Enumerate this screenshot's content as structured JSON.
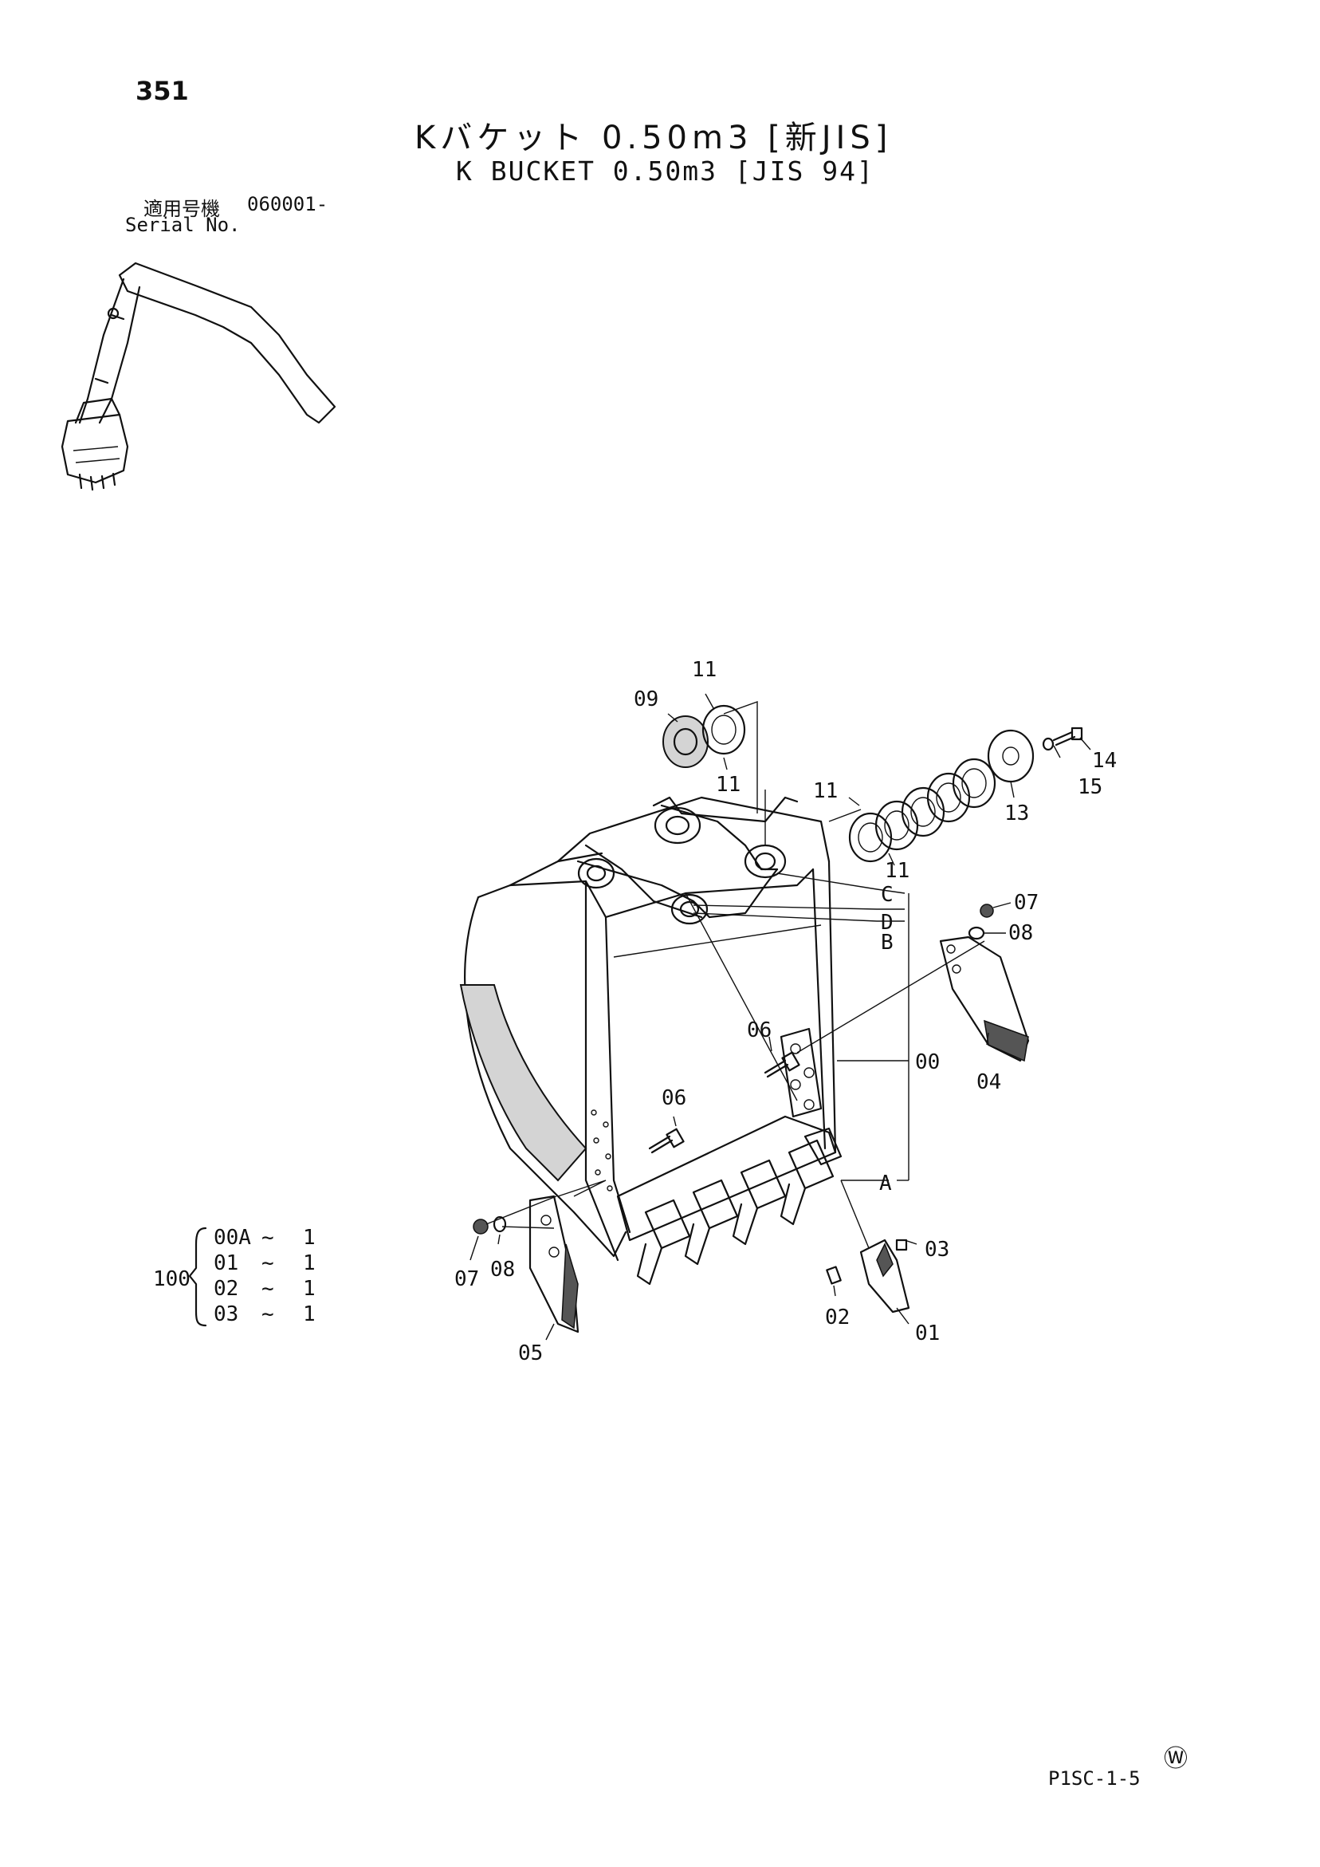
{
  "page_number": "351",
  "title_jp": "Kバケット 0.50m3 [新JIS]",
  "title_en": "K BUCKET 0.50m3 [JIS 94]",
  "serial": {
    "label_jp": "適用号機",
    "value": "060001-",
    "label_en": "Serial No."
  },
  "assembly_group": {
    "parent": "100",
    "items": [
      {
        "code": "00A",
        "sym": "~",
        "qty": "1"
      },
      {
        "code": "01",
        "sym": "~",
        "qty": "1"
      },
      {
        "code": "02",
        "sym": "~",
        "qty": "1"
      },
      {
        "code": "03",
        "sym": "~",
        "qty": "1"
      }
    ]
  },
  "callouts": {
    "c00": "00",
    "c01": "01",
    "c02": "02",
    "c03": "03",
    "c04": "04",
    "c05": "05",
    "c06a": "06",
    "c06b": "06",
    "c07a": "07",
    "c07b": "07",
    "c08a": "08",
    "c08b": "08",
    "c09": "09",
    "c11a": "11",
    "c11b": "11",
    "c11c": "11",
    "c11d": "11",
    "c13": "13",
    "c14": "14",
    "c15": "15",
    "refA": "A",
    "refB": "B",
    "refC": "C",
    "refD": "D"
  },
  "footer": {
    "mark": "Ⓦ",
    "page_code": "P1SC-1-5"
  }
}
